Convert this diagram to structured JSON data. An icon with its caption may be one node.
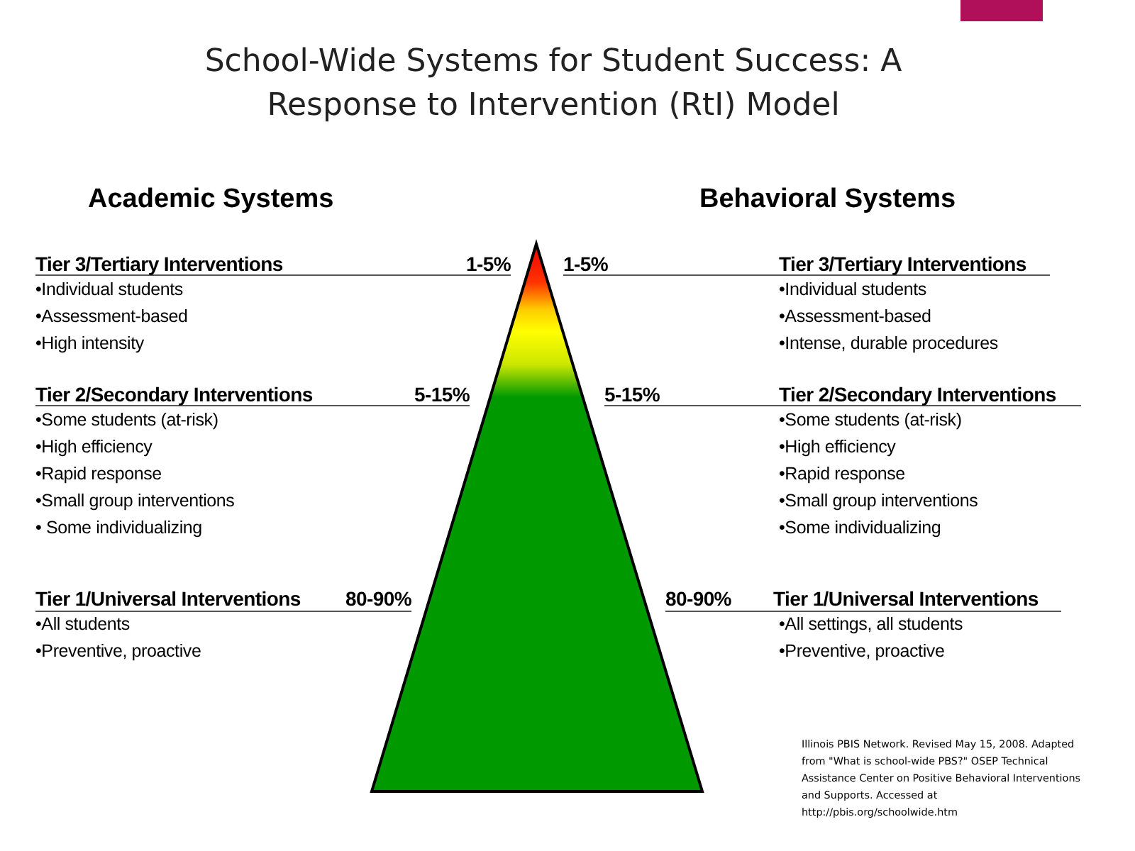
{
  "diagram": {
    "title": "School-Wide Systems for Student Success: A Response to Intervention (RtI) Model",
    "labels": [
      "Academic Systems",
      "Behavioral Systems",
      "Tier 3/Tertiary Interventions",
      "1-5%",
      "1-5%",
      "Tier 3/Tertiary Interventions",
      "•Individual students",
      "•Individual students",
      "•Assessment-based",
      "•Assessment-based",
      "•High intensity",
      "•Intense, durable procedures",
      "Tier 2/Secondary Interventions",
      "5-15%",
      "5-15%",
      "Tier 2/Secondary Interventions",
      "•Some students (at-risk)",
      "•Some students (at-risk)",
      "•High efficiency",
      "•High efficiency",
      "•Rapid response",
      "•Rapid response",
      "•Small group interventions",
      "•Small group interventions",
      "• Some individualizing",
      "•Some individualizing",
      "Tier 1/Universal Interventions",
      "80-90%",
      "80-90%",
      "Tier 1/Universal Interventions",
      "•All students",
      "•All settings, all students",
      "•Preventive, proactive",
      "•Preventive, proactive",
      "Illinois PBIS Network. Revised May 15, 2008. Adapted from \"What is school-wide PBS?\" OSEP Technical Assistance Center on Positive Behavioral Interventions and Supports. Accessed at http://pbis.org/schoolwide.htm"
    ]
  }
}
